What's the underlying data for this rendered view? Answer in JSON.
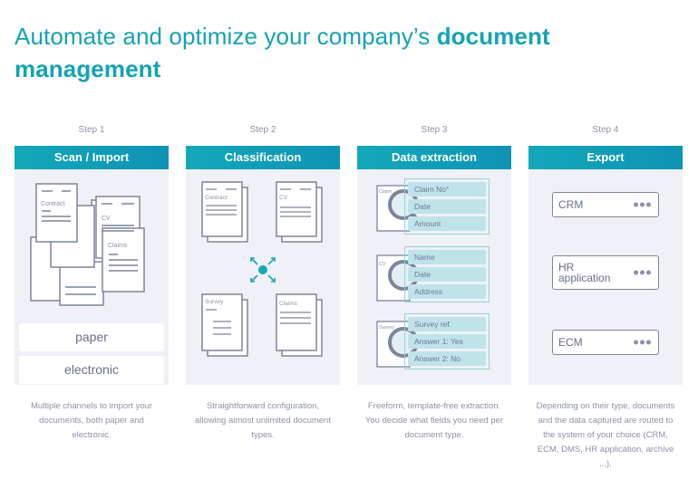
{
  "title": {
    "normal": "Automate and optimize your company’s ",
    "bold": "document management"
  },
  "colors": {
    "accent": "#13a3b4",
    "header_start": "#12a8b9",
    "header_end": "#0f93b5",
    "panel_bg": "#eff1f6",
    "text_muted": "#8a92a3",
    "field_bg": "#bfe3ea"
  },
  "steps": [
    {
      "step_label": "Step 1",
      "header": "Scan / Import",
      "illustration": {
        "documents": [
          "Contract",
          "CV",
          "Claims"
        ]
      },
      "channels": [
        "paper",
        "electronic"
      ],
      "description": "Multiple channels to import your documents, both paper and electronic."
    },
    {
      "step_label": "Step 2",
      "header": "Classification",
      "illustration": {
        "documents": [
          "Contract",
          "CV",
          "Survey",
          "Claims"
        ],
        "center_icon": "expand-arrows-icon"
      },
      "description": "Straightforward configuration, allowing almost unlimited document types."
    },
    {
      "step_label": "Step 3",
      "header": "Data extraction",
      "groups": [
        {
          "doc": "Claim",
          "fields": [
            "Claim No°",
            "Date",
            "Amount"
          ]
        },
        {
          "doc": "CV",
          "fields": [
            "Name",
            "Date",
            "Address"
          ]
        },
        {
          "doc": "Survey",
          "fields": [
            "Survey ref.",
            "Answer 1: Yes",
            "Answer 2: No"
          ]
        }
      ],
      "description": "Freeform, template-free extraction. You decide what fields you need per document type."
    },
    {
      "step_label": "Step 4",
      "header": "Export",
      "systems": [
        "CRM",
        "HR\napplication",
        "ECM"
      ],
      "description": "Depending on their type, documents and the data captured are routed to the system of your choice (CRM, ECM, DMS, HR application, archive ...)."
    }
  ]
}
